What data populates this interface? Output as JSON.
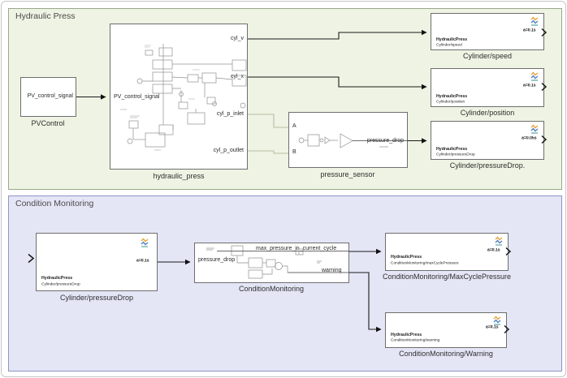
{
  "areas": {
    "hydraulic": {
      "title": "Hydraulic Press",
      "bg": "#eef3e3",
      "border": "#9aa88c"
    },
    "monitoring": {
      "title": "Condition Monitoring",
      "bg": "#e4e6f6",
      "border": "#8d95c5"
    }
  },
  "colors": {
    "canvas_border": "#c6c6c6",
    "signal_line": "#1a1a1a",
    "physical_line": "#b5bfa4",
    "block_border": "#6e6e6e",
    "sdi_icon_orange": "#e8a33d",
    "sdi_icon_blue": "#4f81bd",
    "sdi_icon_teal": "#5aa7a7"
  },
  "blocks": {
    "pvcontrol": {
      "name": "PVControl",
      "out_port": "PV_control_signal"
    },
    "hydraulic_press": {
      "name": "hydraulic_press",
      "in_port": "PV_control_signal",
      "out_ports": [
        "cyl_v",
        "cyl_x",
        "cyl_p_inlet",
        "cyl_p_outlet"
      ]
    },
    "pressure_sensor": {
      "name": "pressure_sensor",
      "in_a": "A",
      "in_b": "B",
      "out_label": "pressure_drop"
    },
    "rec_speed": {
      "name": "Cylinder/speed",
      "line1": "HydraulicPress",
      "line2": "Cylinder/speed",
      "sample": "a=0.1s"
    },
    "rec_position": {
      "name": "Cylinder/position",
      "line1": "HydraulicPress",
      "line2": "Cylinder/position",
      "sample": "a=0.1s"
    },
    "rec_pressure": {
      "name": "Cylinder/pressureDrop.",
      "line1": "HydraulicPress",
      "line2": "Cylinder/pressureDrop",
      "sample": "a=0.05s"
    },
    "playback_pressure": {
      "name": "Cylinder/pressureDrop",
      "line1": "HydraulicPress",
      "line2": "Cylinder/pressureDrop",
      "sample": "a=0.1s"
    },
    "condition_monitoring": {
      "name": "ConditionMonitoring",
      "in_port": "pressure_drop",
      "out_top": "max_pressure_in_current_cycle",
      "out_bottom": "warning"
    },
    "rec_maxcycle": {
      "name": "ConditionMonitoring/MaxCyclePressure",
      "line1": "HydraulicPress",
      "line2": "ConditionMonitoring/maxCyclePressure",
      "sample": "a=0.1s"
    },
    "rec_warning": {
      "name": "ConditionMonitoring/Warning",
      "line1": "HydraulicPress",
      "line2": "ConditionMonitoring/warning",
      "sample": "a=0.1s"
    }
  }
}
